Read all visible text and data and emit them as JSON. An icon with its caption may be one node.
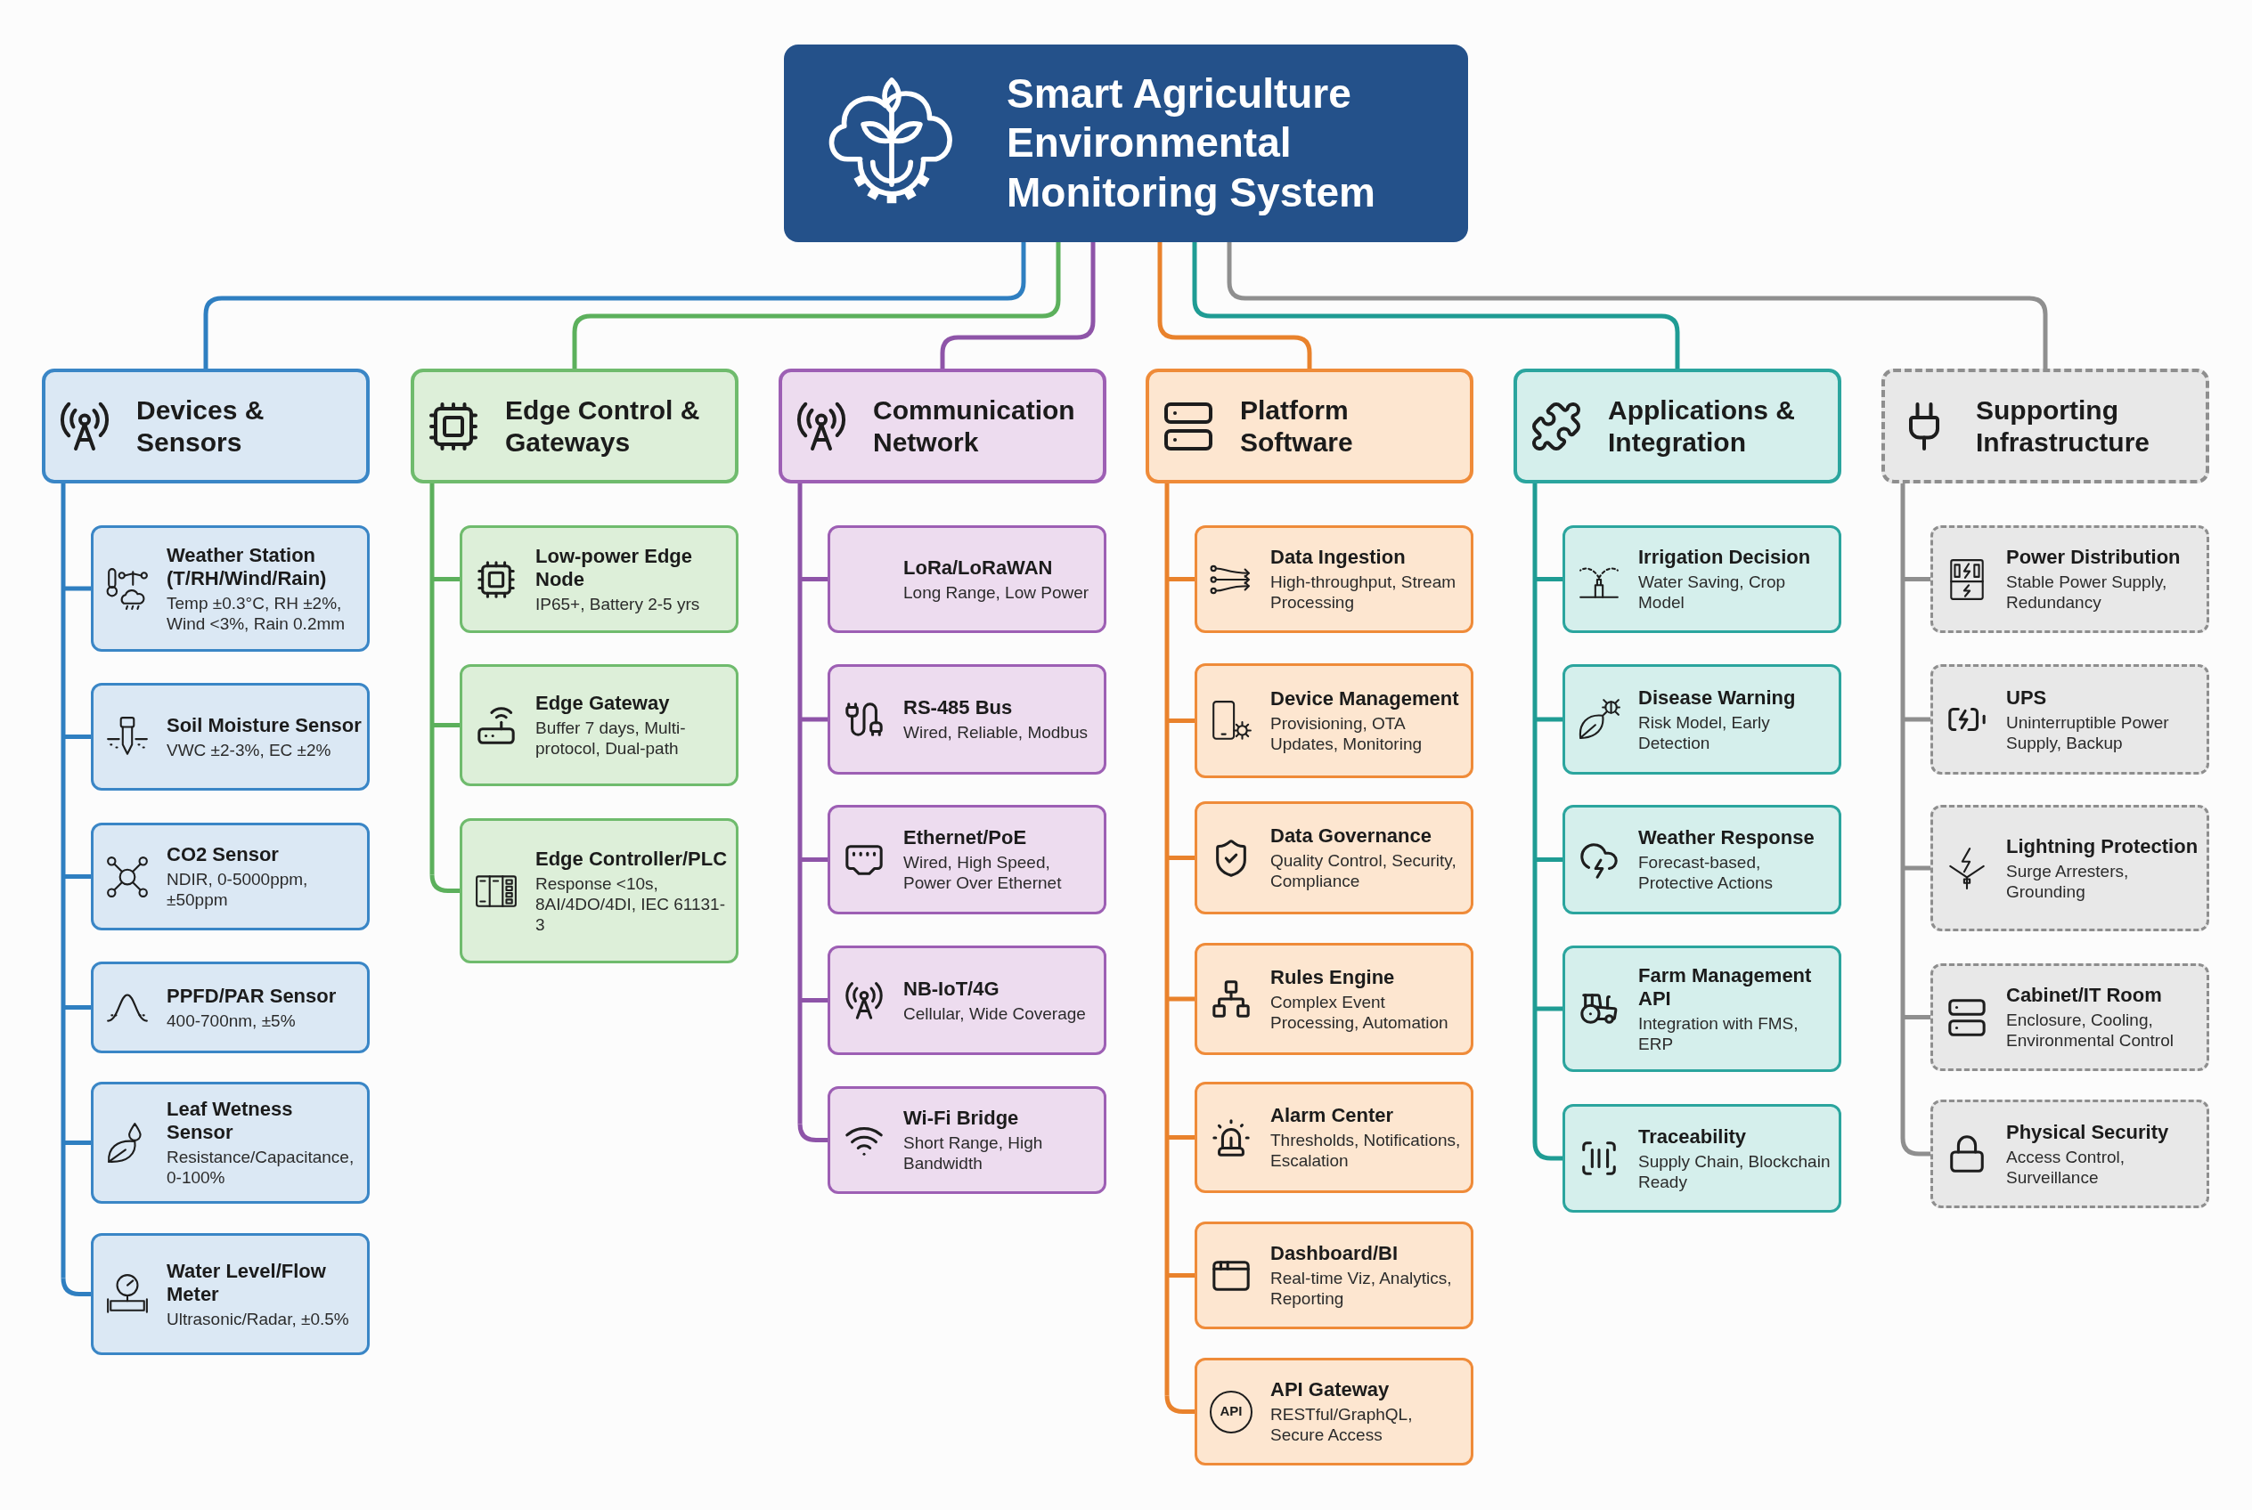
{
  "diagram": {
    "nodes": [
      {
        "text": [
          "Smart Agriculture Environmental Monitoring System"
        ]
      },
      {
        "text": [
          "Devices & Sensors"
        ]
      },
      {
        "text": [
          "Weather Station (T/RH/Wind/Rain)",
          "Temp ±0.3°C, RH ±2%, Wind <3%, Rain 0.2mm"
        ]
      },
      {
        "text": [
          "Soil Moisture Sensor",
          "VWC ±2-3%, EC ±2%"
        ]
      },
      {
        "text": [
          "CO2 Sensor",
          "NDIR, 0-5000ppm, ±50ppm"
        ]
      },
      {
        "text": [
          "PPFD/PAR Sensor",
          "400-700nm, ±5%"
        ]
      },
      {
        "text": [
          "Leaf Wetness Sensor",
          "Resistance/Capacitance, 0-100%"
        ]
      },
      {
        "text": [
          "Water Level/Flow Meter",
          "Ultrasonic/Radar, ±0.5%"
        ]
      },
      {
        "text": [
          "Edge Control & Gateways"
        ]
      },
      {
        "text": [
          "Low-power Edge Node",
          "IP65+, Battery 2-5 yrs"
        ]
      },
      {
        "text": [
          "Edge Gateway",
          "Buffer 7 days, Multi-protocol, Dual-path"
        ]
      },
      {
        "text": [
          "Edge Controller/PLC",
          "Response <10s, 8AI/4DO/4DI, IEC 61131-3"
        ]
      },
      {
        "text": [
          "Communication Network"
        ]
      },
      {
        "text": [
          "LoRa/LoRaWAN",
          "Long Range, Low Power"
        ]
      },
      {
        "text": [
          "RS-485 Bus",
          "Wired, Reliable, Modbus"
        ]
      },
      {
        "text": [
          "Ethernet/PoE",
          "Wired, High Speed, Power Over Ethernet"
        ]
      },
      {
        "text": [
          "NB-IoT/4G",
          "Cellular, Wide Coverage"
        ]
      },
      {
        "text": [
          "Wi-Fi Bridge",
          "Short Range, High Bandwidth"
        ]
      },
      {
        "text": [
          "Platform Software"
        ]
      },
      {
        "text": [
          "Data Ingestion",
          "High-throughput, Stream Processing"
        ]
      },
      {
        "text": [
          "Device Management",
          "Provisioning, OTA Updates, Monitoring"
        ]
      },
      {
        "text": [
          "Data Governance",
          "Quality Control, Security, Compliance"
        ]
      },
      {
        "text": [
          "Rules Engine",
          "Complex Event Processing, Automation"
        ]
      },
      {
        "text": [
          "Alarm Center",
          "Thresholds, Notifications, Escalation"
        ]
      },
      {
        "text": [
          "Dashboard/BI",
          "Real-time Viz, Analytics, Reporting"
        ]
      },
      {
        "text": [
          "API Gateway",
          "RESTful/GraphQL, Secure Access"
        ]
      },
      {
        "text": [
          "Applications & Integration"
        ]
      },
      {
        "text": [
          "Irrigation Decision",
          "Water Saving, Crop Model"
        ]
      },
      {
        "text": [
          "Disease Warning",
          "Risk Model, Early Detection"
        ]
      },
      {
        "text": [
          "Weather Response",
          "Forecast-based, Protective Actions"
        ]
      },
      {
        "text": [
          "Farm Management API",
          "Integration with FMS, ERP"
        ]
      },
      {
        "text": [
          "Traceability",
          "Supply Chain, Blockchain Ready"
        ]
      },
      {
        "text": [
          "Supporting Infrastructure"
        ]
      },
      {
        "text": [
          "Power Distribution",
          "Stable Power Supply, Redundancy"
        ]
      },
      {
        "text": [
          "UPS",
          "Uninterruptible Power Supply, Backup"
        ]
      },
      {
        "text": [
          "Lightning Protection",
          "Surge Arresters, Grounding"
        ]
      },
      {
        "text": [
          "Cabinet/IT Room",
          "Enclosure, Cooling, Environmental Control"
        ]
      },
      {
        "text": [
          "Physical Security",
          "Access Control, Surveillance"
        ]
      }
    ],
    "edges": [
      {
        "from": 0,
        "to": 1,
        "arrow": "none",
        "color": "#2f7fc1"
      },
      {
        "from": 0,
        "to": 8,
        "arrow": "none",
        "color": "#5cb05c"
      },
      {
        "from": 0,
        "to": 12,
        "arrow": "none",
        "color": "#8e54a8"
      },
      {
        "from": 0,
        "to": 18,
        "arrow": "none",
        "color": "#e9822c"
      },
      {
        "from": 0,
        "to": 26,
        "arrow": "none",
        "color": "#1f9c94"
      },
      {
        "from": 0,
        "to": 32,
        "arrow": "none",
        "color": "#8f8f8f"
      },
      {
        "from": 1,
        "to": 2,
        "arrow": "none",
        "color": "#2f7fc1"
      },
      {
        "from": 1,
        "to": 3,
        "arrow": "none",
        "color": "#2f7fc1"
      },
      {
        "from": 1,
        "to": 4,
        "arrow": "none",
        "color": "#2f7fc1"
      },
      {
        "from": 1,
        "to": 5,
        "arrow": "none",
        "color": "#2f7fc1"
      },
      {
        "from": 1,
        "to": 6,
        "arrow": "none",
        "color": "#2f7fc1"
      },
      {
        "from": 1,
        "to": 7,
        "arrow": "none",
        "color": "#2f7fc1"
      },
      {
        "from": 8,
        "to": 9,
        "arrow": "none",
        "color": "#5cb05c"
      },
      {
        "from": 8,
        "to": 10,
        "arrow": "none",
        "color": "#5cb05c"
      },
      {
        "from": 8,
        "to": 11,
        "arrow": "none",
        "color": "#5cb05c"
      },
      {
        "from": 12,
        "to": 13,
        "arrow": "none",
        "color": "#8e54a8"
      },
      {
        "from": 12,
        "to": 14,
        "arrow": "none",
        "color": "#8e54a8"
      },
      {
        "from": 12,
        "to": 15,
        "arrow": "none",
        "color": "#8e54a8"
      },
      {
        "from": 12,
        "to": 16,
        "arrow": "none",
        "color": "#8e54a8"
      },
      {
        "from": 12,
        "to": 17,
        "arrow": "none",
        "color": "#8e54a8"
      },
      {
        "from": 18,
        "to": 19,
        "arrow": "none",
        "color": "#e9822c"
      },
      {
        "from": 18,
        "to": 20,
        "arrow": "none",
        "color": "#e9822c"
      },
      {
        "from": 18,
        "to": 21,
        "arrow": "none",
        "color": "#e9822c"
      },
      {
        "from": 18,
        "to": 22,
        "arrow": "none",
        "color": "#e9822c"
      },
      {
        "from": 18,
        "to": 23,
        "arrow": "none",
        "color": "#e9822c"
      },
      {
        "from": 18,
        "to": 24,
        "arrow": "none",
        "color": "#e9822c"
      },
      {
        "from": 18,
        "to": 25,
        "arrow": "none",
        "color": "#e9822c"
      },
      {
        "from": 26,
        "to": 27,
        "arrow": "none",
        "color": "#1f9c94"
      },
      {
        "from": 26,
        "to": 28,
        "arrow": "none",
        "color": "#1f9c94"
      },
      {
        "from": 26,
        "to": 29,
        "arrow": "none",
        "color": "#1f9c94"
      },
      {
        "from": 26,
        "to": 30,
        "arrow": "none",
        "color": "#1f9c94"
      },
      {
        "from": 26,
        "to": 31,
        "arrow": "none",
        "color": "#1f9c94"
      },
      {
        "from": 32,
        "to": 33,
        "arrow": "none",
        "color": "#8f8f8f"
      },
      {
        "from": 32,
        "to": 34,
        "arrow": "none",
        "color": "#8f8f8f"
      },
      {
        "from": 32,
        "to": 35,
        "arrow": "none",
        "color": "#8f8f8f"
      },
      {
        "from": 32,
        "to": 36,
        "arrow": "none",
        "color": "#8f8f8f"
      },
      {
        "from": 32,
        "to": 37,
        "arrow": "none",
        "color": "#8f8f8f"
      }
    ],
    "labels": [
      "API"
    ]
  }
}
